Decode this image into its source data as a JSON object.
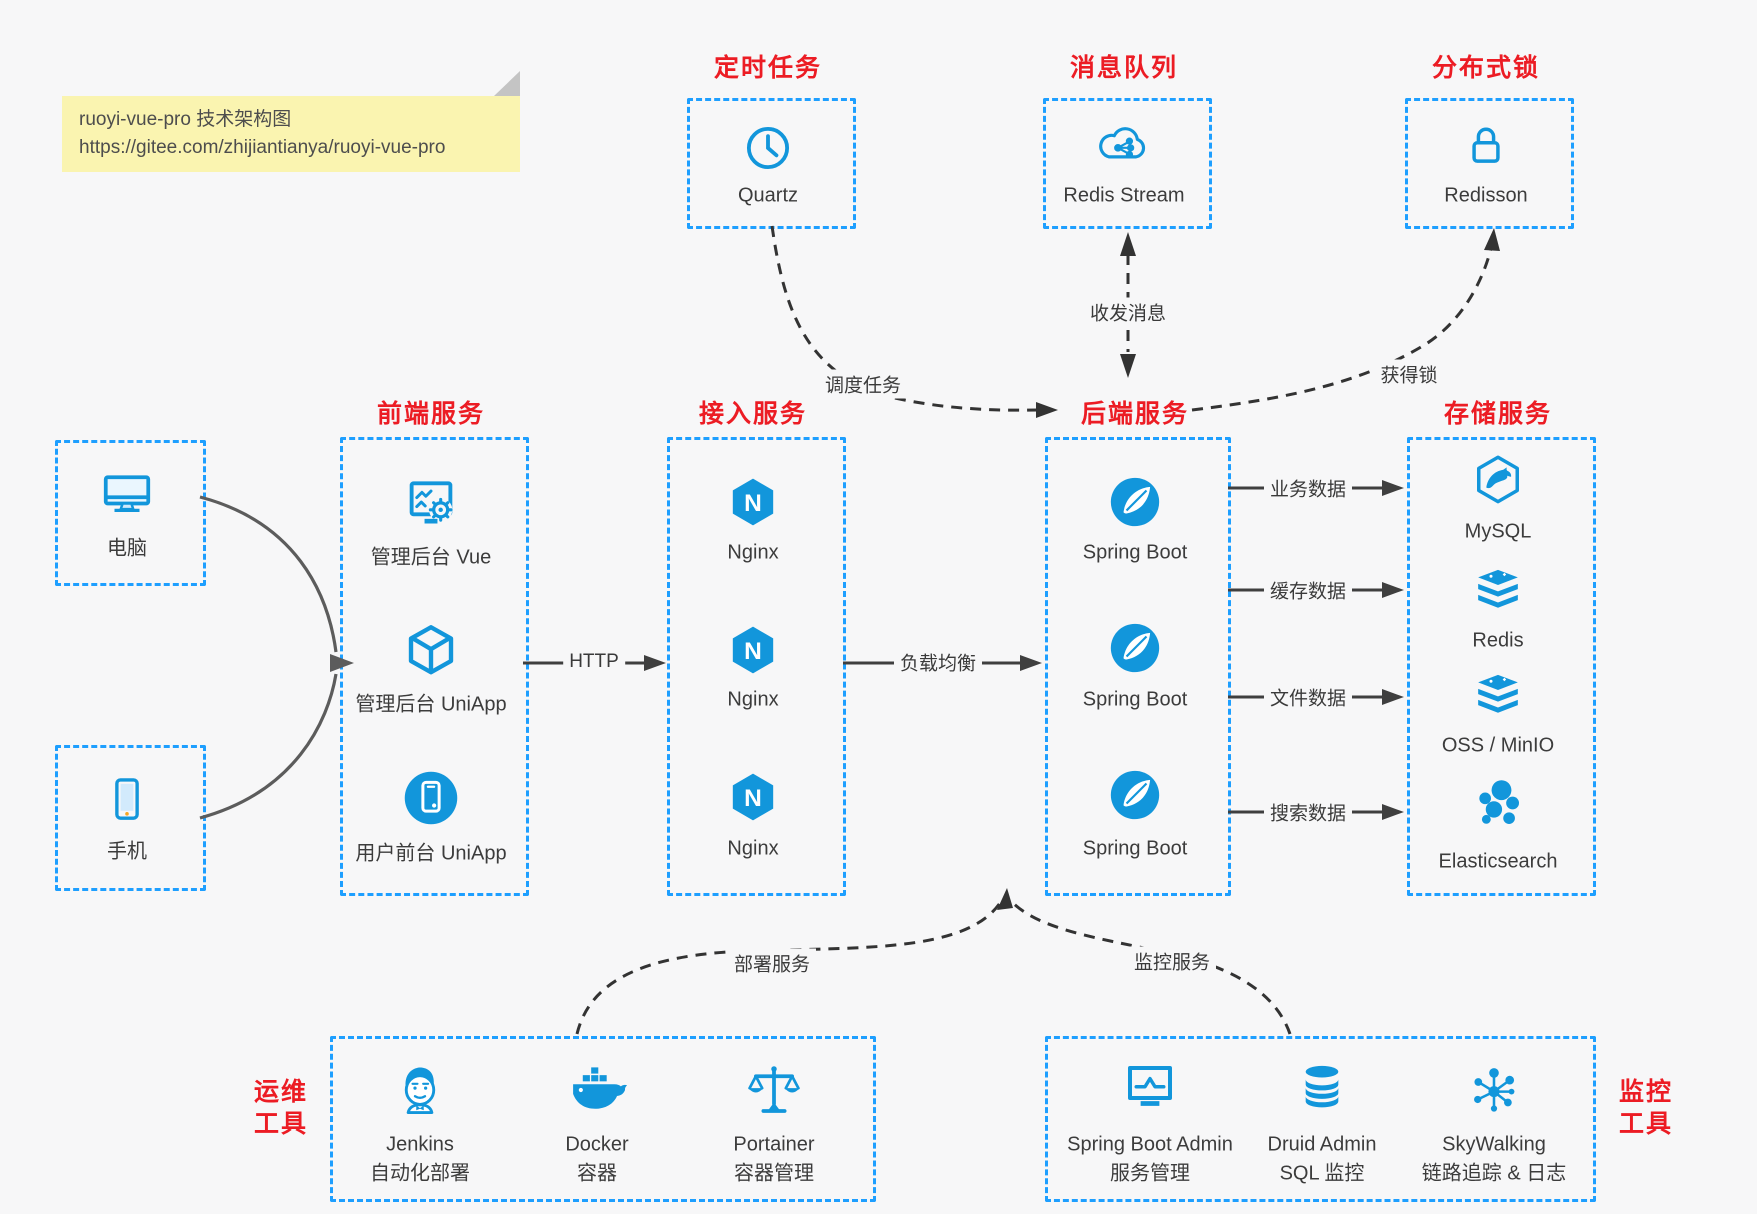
{
  "note": {
    "line1": "ruoyi-vue-pro 技术架构图",
    "line2": "https://gitee.com/zhijiantianya/ruoyi-vue-pro"
  },
  "colors": {
    "icon_blue": "#1296db",
    "border_blue": "#1e9fff",
    "title_red": "#ec1c24",
    "text_dark": "#3c3c3c",
    "note_yellow": "#faf4b0"
  },
  "top_services": {
    "scheduler": {
      "title": "定时任务",
      "item": "Quartz"
    },
    "mq": {
      "title": "消息队列",
      "item": "Redis Stream"
    },
    "lock": {
      "title": "分布式锁",
      "item": "Redisson"
    }
  },
  "clients": {
    "pc": "电脑",
    "mobile": "手机"
  },
  "frontend": {
    "title": "前端服务",
    "items": [
      "管理后台 Vue",
      "管理后台 UniApp",
      "用户前台 UniApp"
    ]
  },
  "gateway": {
    "title": "接入服务",
    "items": [
      "Nginx",
      "Nginx",
      "Nginx"
    ]
  },
  "backend": {
    "title": "后端服务",
    "items": [
      "Spring Boot",
      "Spring Boot",
      "Spring Boot"
    ]
  },
  "storage": {
    "title": "存储服务",
    "items": [
      "MySQL",
      "Redis",
      "OSS / MinIO",
      "Elasticsearch"
    ]
  },
  "ops": {
    "title_line1": "运维",
    "title_line2": "工具",
    "items": [
      {
        "name": "Jenkins",
        "desc": "自动化部署"
      },
      {
        "name": "Docker",
        "desc": "容器"
      },
      {
        "name": "Portainer",
        "desc": "容器管理"
      }
    ]
  },
  "monitoring": {
    "title_line1": "监控",
    "title_line2": "工具",
    "items": [
      {
        "name": "Spring Boot Admin",
        "desc": "服务管理"
      },
      {
        "name": "Druid Admin",
        "desc": "SQL 监控"
      },
      {
        "name": "SkyWalking",
        "desc": "链路追踪 & 日志"
      }
    ]
  },
  "edge_labels": {
    "http": "HTTP",
    "load_balance": "负载均衡",
    "business_data": "业务数据",
    "cache_data": "缓存数据",
    "file_data": "文件数据",
    "search_data": "搜索数据",
    "schedule_task": "调度任务",
    "send_receive_message": "收发消息",
    "acquire_lock": "获得锁",
    "deploy_service": "部署服务",
    "monitor_service": "监控服务"
  },
  "icon_letters": {
    "nginx": "N"
  }
}
